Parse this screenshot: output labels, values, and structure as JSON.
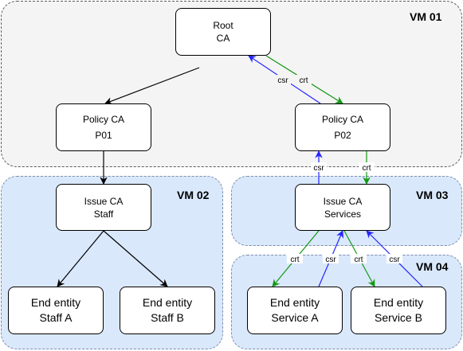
{
  "zones": {
    "vm01": "VM 01",
    "vm02": "VM 02",
    "vm03": "VM 03",
    "vm04": "VM 04"
  },
  "nodes": {
    "root": {
      "line1": "Root",
      "line2": "CA"
    },
    "policy_p01": {
      "line1": "Policy CA",
      "line2": "P01"
    },
    "policy_p02": {
      "line1": "Policy CA",
      "line2": "P02"
    },
    "issue_staff": {
      "line1": "Issue CA",
      "line2": "Staff"
    },
    "issue_services": {
      "line1": "Issue CA",
      "line2": "Services"
    },
    "entity_staff_a": {
      "line1": "End entity",
      "line2": "Staff A"
    },
    "entity_staff_b": {
      "line1": "End entity",
      "line2": "Staff B"
    },
    "entity_service_a": {
      "line1": "End entity",
      "line2": "Service A"
    },
    "entity_service_b": {
      "line1": "End entity",
      "line2": "Service B"
    }
  },
  "edge_labels": {
    "csr": "csr",
    "crt": "crt"
  },
  "colors": {
    "csr_arrow": "#2626ff",
    "crt_arrow": "#119911",
    "hierarchy_arrow": "#000000",
    "vm01_fill": "#f4f4f4",
    "vm_blue_fill": "#dae8fc"
  }
}
